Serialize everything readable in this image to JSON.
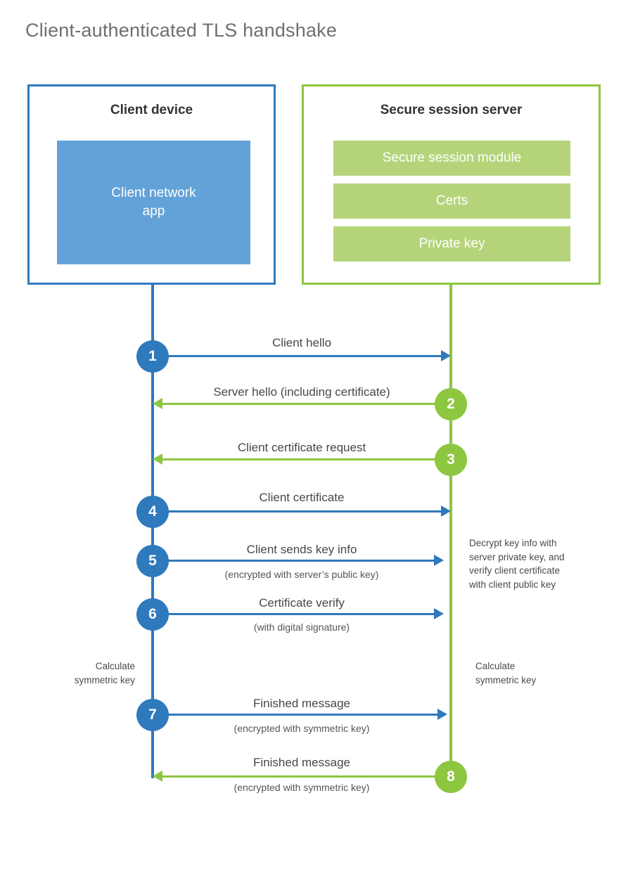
{
  "title": "Client-authenticated TLS handshake",
  "colors": {
    "client_blue": "#2f79bd",
    "client_app_fill": "#63a2d8",
    "server_green": "#8dc63f",
    "server_bar_fill": "#b5d47a",
    "title_gray": "#6f6f6f",
    "label_gray": "#474747",
    "background": "#ffffff"
  },
  "client": {
    "title": "Client device",
    "app_label": "Client network\napp",
    "app_label_line1": "Client network",
    "app_label_line2": "app"
  },
  "server": {
    "title": "Secure session server",
    "bars": [
      {
        "label": "Secure session module"
      },
      {
        "label": "Certs"
      },
      {
        "label": "Private key"
      }
    ]
  },
  "steps": [
    {
      "number": "1",
      "label": "Client hello",
      "sublabel": "",
      "direction": "client-to-server",
      "color": "blue"
    },
    {
      "number": "2",
      "label": "Server hello (including certificate)",
      "sublabel": "",
      "direction": "server-to-client",
      "color": "green"
    },
    {
      "number": "3",
      "label": "Client certificate request",
      "sublabel": "",
      "direction": "server-to-client",
      "color": "green"
    },
    {
      "number": "4",
      "label": "Client certificate",
      "sublabel": "",
      "direction": "client-to-server",
      "color": "blue"
    },
    {
      "number": "5",
      "label": "Client sends key info",
      "sublabel": "(encrypted with server’s public key)",
      "direction": "client-to-server",
      "color": "blue"
    },
    {
      "number": "6",
      "label": "Certificate verify",
      "sublabel": "(with digital signature)",
      "direction": "client-to-server",
      "color": "blue"
    },
    {
      "number": "7",
      "label": "Finished message",
      "sublabel": "(encrypted with symmetric key)",
      "direction": "client-to-server",
      "color": "blue"
    },
    {
      "number": "8",
      "label": "Finished message",
      "sublabel": "(encrypted with symmetric key)",
      "direction": "server-to-client",
      "color": "green"
    }
  ],
  "notes": {
    "server_decrypt": {
      "line1": "Decrypt key info with",
      "line2": "server private key, and",
      "line3": "verify client certificate",
      "line4": "with client public key"
    },
    "client_calc": {
      "line1": "Calculate",
      "line2": "symmetric key"
    },
    "server_calc": {
      "line1": "Calculate",
      "line2": "symmetric key"
    }
  }
}
